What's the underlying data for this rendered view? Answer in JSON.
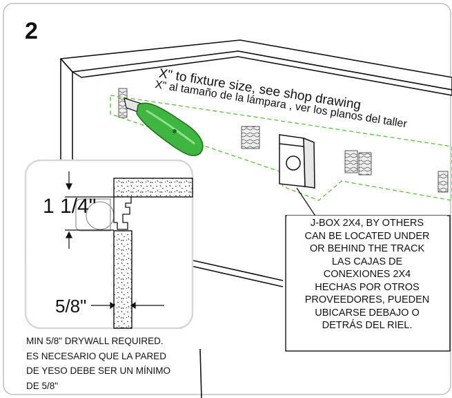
{
  "step_number": "2",
  "cut_note": {
    "english": "X\" to fixture size, see shop drawing",
    "spanish": "X\" al tamaño de la lámpara , ver los planos del taller"
  },
  "jbox_callout": {
    "lines": [
      "J-BOX 2X4, BY OTHERS",
      "CAN BE LOCATED UNDER",
      "OR BEHIND THE TRACK",
      "LAS CAJAS DE",
      "CONEXIONES 2X4",
      "HECHAS POR OTROS",
      "PROVEEDORES, PUEDEN",
      "UBICARSE DEBAJO O",
      "DETRÁS DEL RIEL."
    ]
  },
  "detail": {
    "trim_dimension": "1 1/4\"",
    "drywall_dimension": "5/8\""
  },
  "requirement": {
    "lines": [
      "MIN 5/8\" DRYWALL REQUIRED.",
      "ES NECESARIO QUE LA PARED",
      "DE YESO DEBE SER UN MÍNIMO",
      "DE 5/8\""
    ]
  },
  "colors": {
    "outline": "#111111",
    "cut_line": "#5cbf3c",
    "knife_green": "#3fb63f",
    "knife_dark": "#1d6e1d",
    "frame": "#bdbdbd"
  }
}
